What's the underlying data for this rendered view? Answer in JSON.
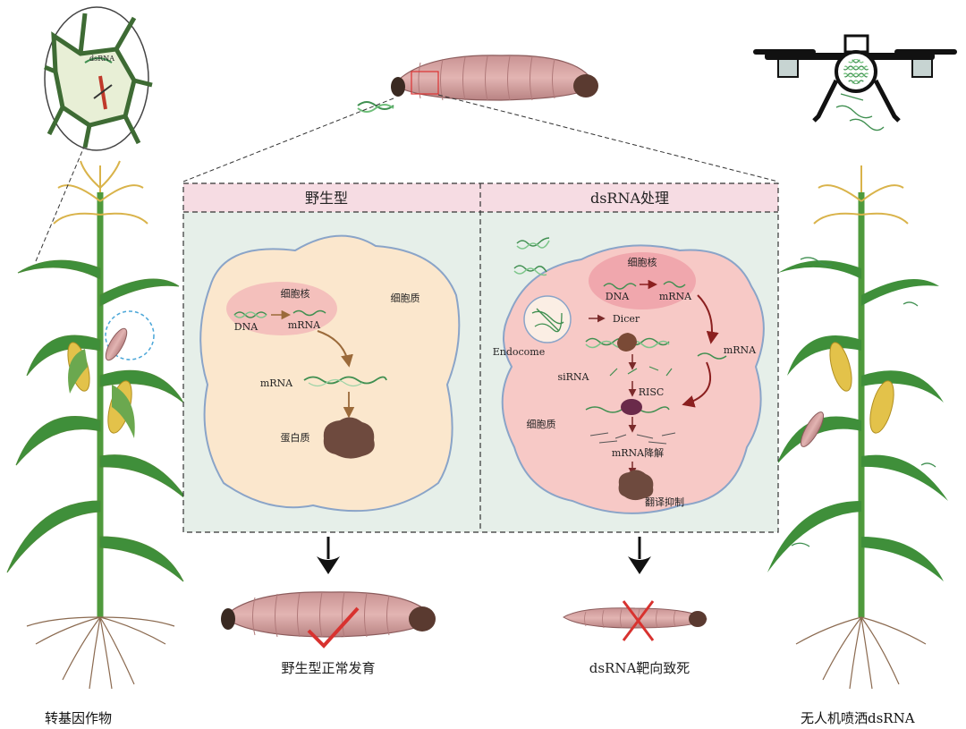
{
  "left_caption": "转基因作物",
  "right_caption": "无人机喷洒dsRNA",
  "inset_label": "dsRNA",
  "panels": {
    "wild": {
      "title": "野生型",
      "nucleus": "细胞核",
      "dna": "DNA",
      "mrna_in_nucleus": "mRNA",
      "cytoplasm": "细胞质",
      "mrna": "mRNA",
      "protein": "蛋白质"
    },
    "dsrna": {
      "title": "dsRNA处理",
      "nucleus": "细胞核",
      "dna": "DNA",
      "mrna_in_nucleus": "mRNA",
      "dicer": "Dicer",
      "endosome": "Endocome",
      "mrna": "mRNA",
      "sirna": "siRNA",
      "risc": "RISC",
      "cytoplasm": "细胞质",
      "degradation": "mRNA降解",
      "inhibition": "翻译抑制"
    }
  },
  "outcomes": {
    "wild": "野生型正常发育",
    "dsrna": "dsRNA靶向致死"
  },
  "colors": {
    "panel_bg": "#e6efe9",
    "header_bg": "#f6dce3",
    "wild_cell": "#fbe7cd",
    "dsrna_cell": "#f7c9c6",
    "nucleus": "#f2b8b8",
    "cell_border": "#8aa4c8",
    "arrow_brown": "#9b6a3a",
    "arrow_dark_red": "#8b1f1f",
    "protein": "#6e4a3e",
    "dna_green": "#3f8f50",
    "leaf_green": "#3b8a3a",
    "larva_pink": "#d9a9a9",
    "check_red": "#d8322f"
  }
}
